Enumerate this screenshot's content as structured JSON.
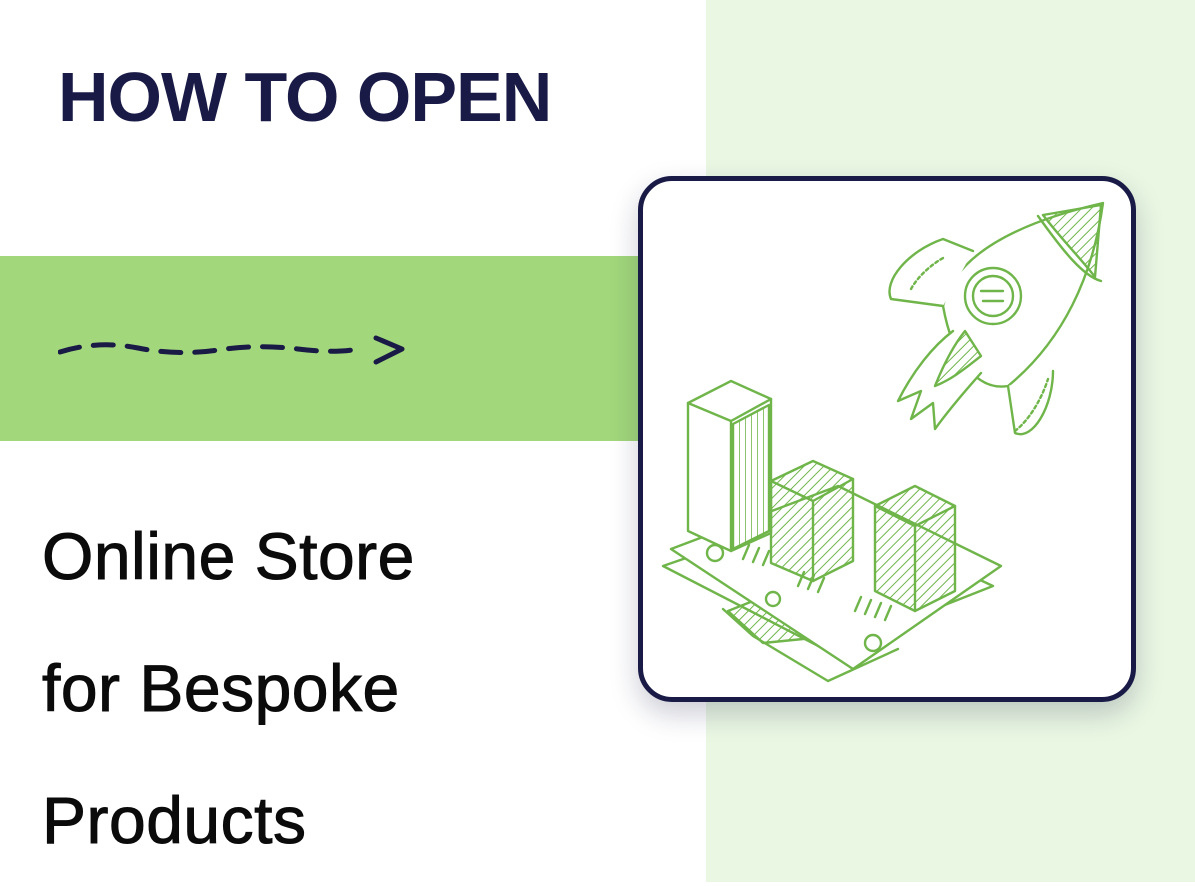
{
  "header": {
    "title": "HOW TO OPEN"
  },
  "subtitle": {
    "lines": [
      "Online Store",
      "for Bespoke",
      "Products"
    ]
  },
  "colors": {
    "navy": "#191a46",
    "band_green": "#a2d77b",
    "panel_green": "#eaf7e3",
    "sketch_green": "#6fb54a"
  },
  "illustration": {
    "icons": [
      "rocket-icon",
      "bar-chart-icon",
      "banknote-icon",
      "arrow-right-icon"
    ]
  }
}
